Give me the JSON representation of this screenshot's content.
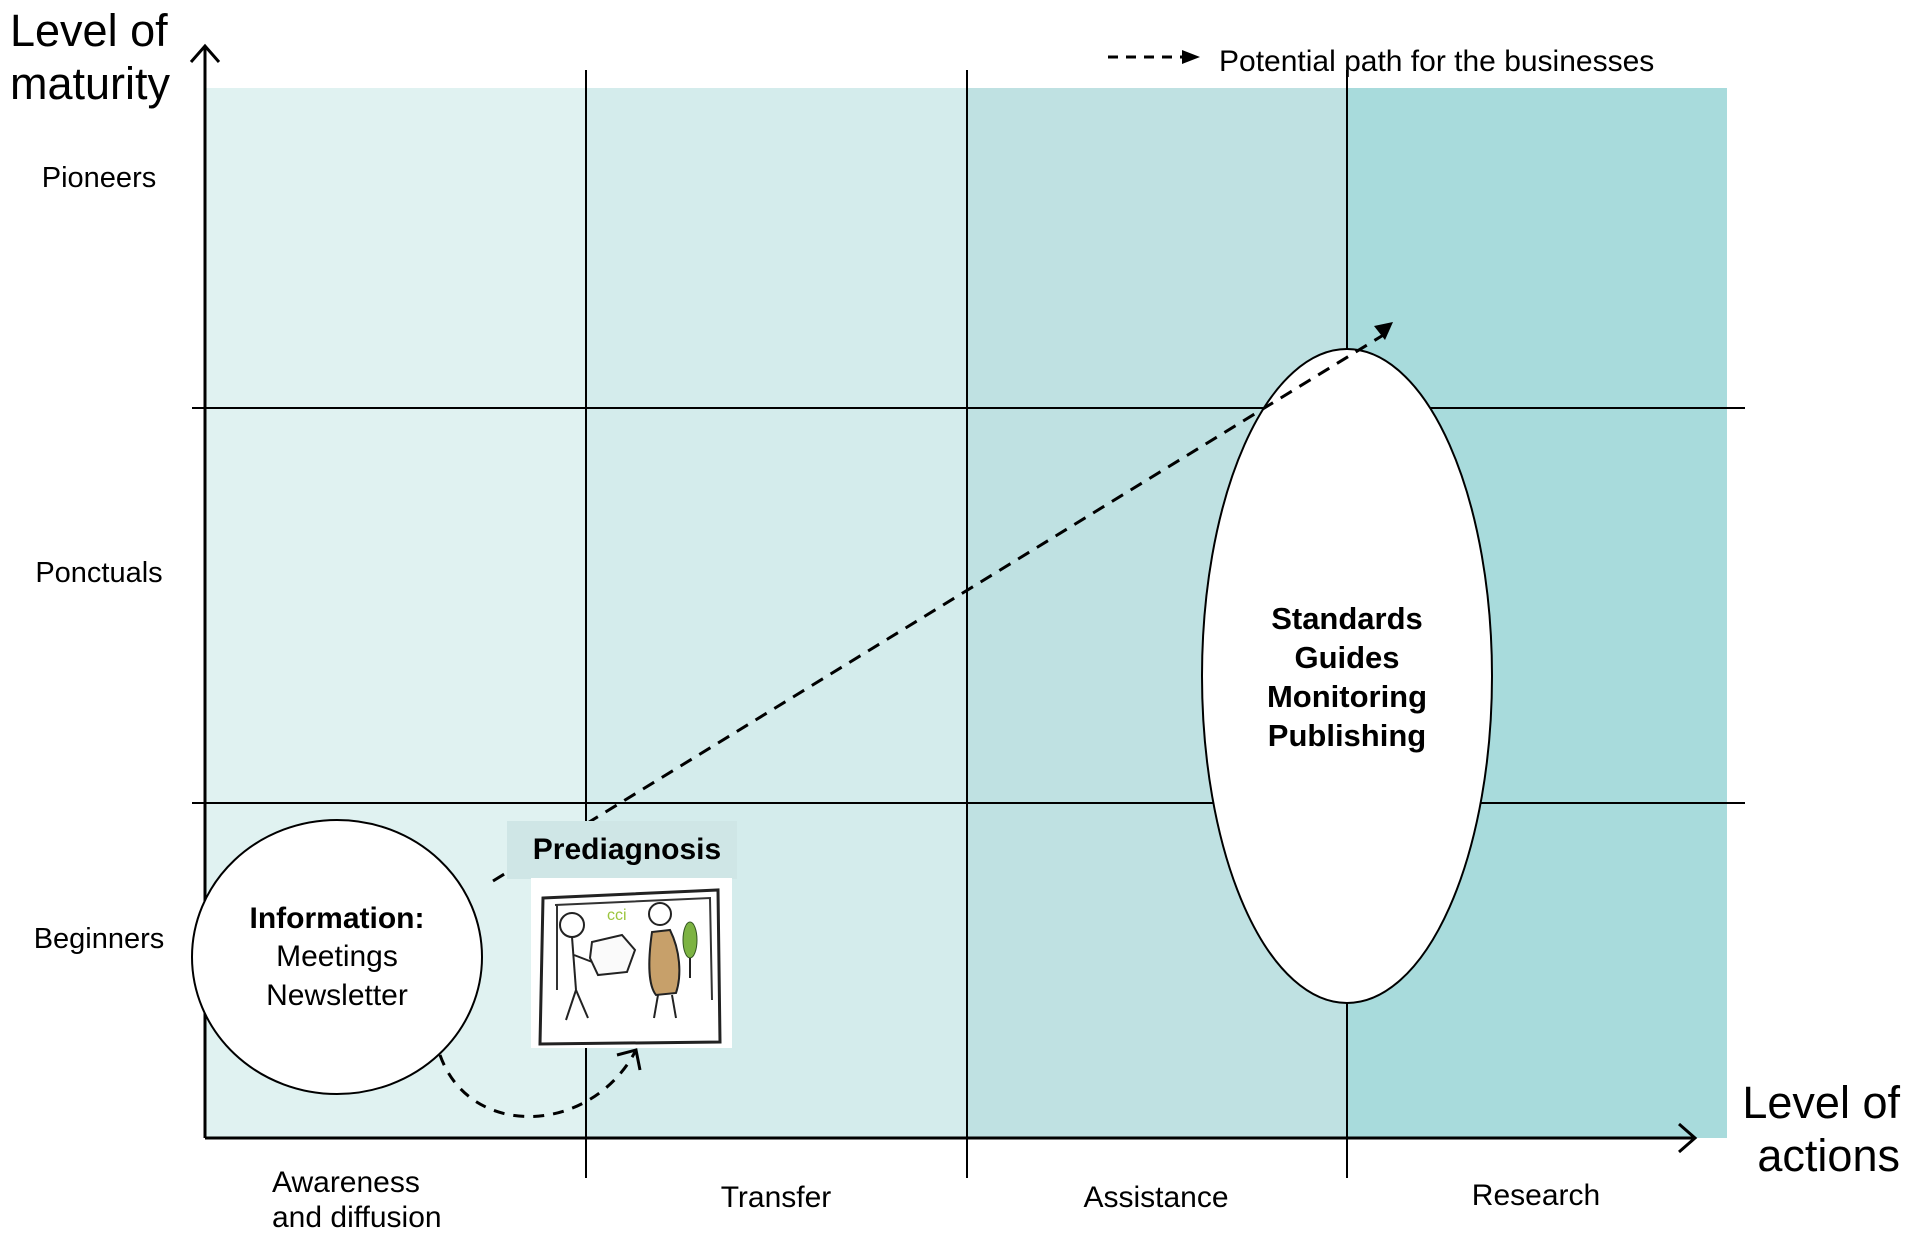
{
  "axes": {
    "y_title_line1": "Level of",
    "y_title_line2": "maturity",
    "x_title_line1": "Level of",
    "x_title_line2": "actions"
  },
  "rows": [
    "Pioneers",
    "Ponctuals",
    "Beginners"
  ],
  "columns": {
    "awareness_line1": "Awareness",
    "awareness_line2": "and diffusion",
    "transfer": "Transfer",
    "assistance": "Assistance",
    "research": "Research"
  },
  "legend": {
    "path_label": "Potential path for the businesses"
  },
  "nodes": {
    "information_title": "Information:",
    "information_line1": "Meetings",
    "information_line2": "Newsletter",
    "prediagnosis_title": "Prediagnosis",
    "prediagnosis_image_text": "cci",
    "ellipse_items": [
      "Standards",
      "Guides",
      "Monitoring",
      "Publishing"
    ]
  },
  "colors": {
    "col1": "#e0f2f1",
    "col2": "#d4ecec",
    "col3": "#bfe1e2",
    "col4": "#a8dbdc",
    "line": "#000000",
    "logo_green": "#9bc53d",
    "figure_brown": "#c7a06a",
    "leaf_green": "#7cb342"
  },
  "icons": [
    "prediagnosis-illustration",
    "dashed-arrow-icon"
  ]
}
